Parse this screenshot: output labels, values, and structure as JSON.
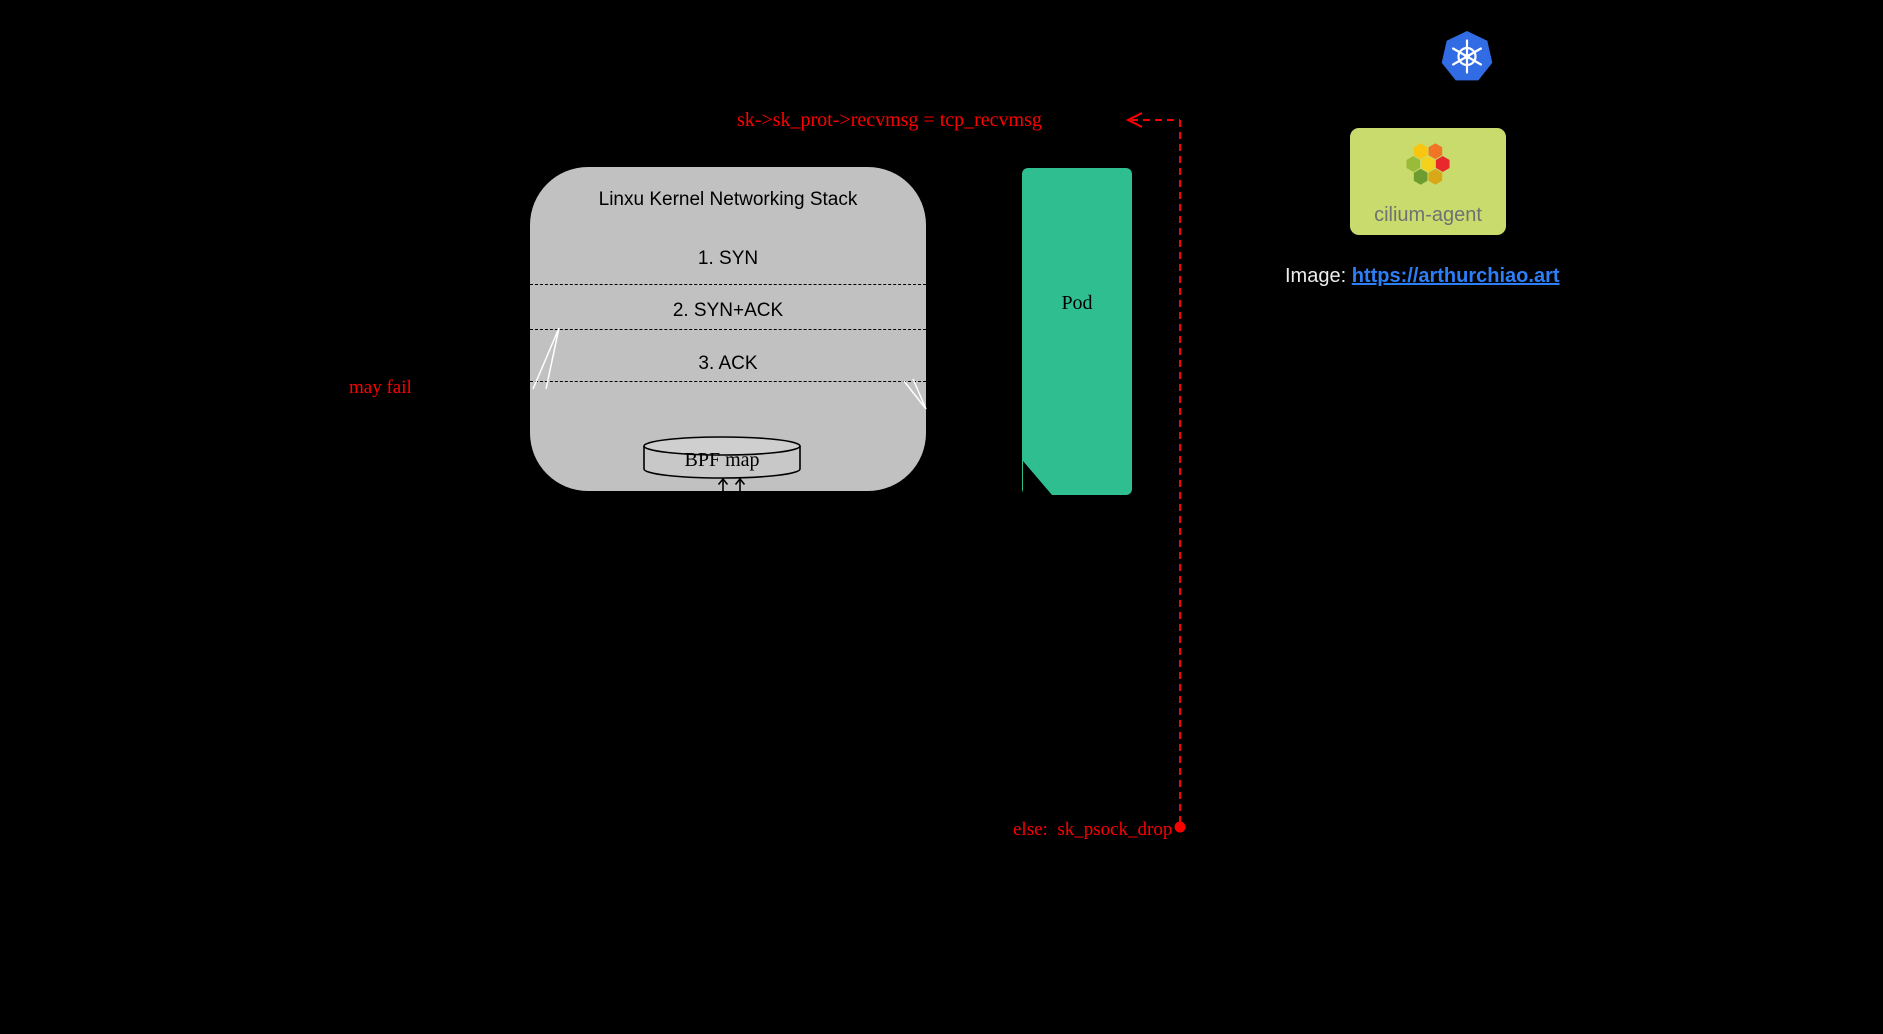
{
  "kernel_stack": {
    "title": "Linxu Kernel Networking Stack",
    "steps": [
      "1. SYN",
      "2. SYN+ACK",
      "3. ACK"
    ],
    "bpf_map_label": "BPF map"
  },
  "pod": {
    "label": "Pod"
  },
  "cilium": {
    "label": "cilium-agent"
  },
  "credit": {
    "prefix": "Image:",
    "link": "https://arthurchiao.art"
  },
  "annotations": {
    "recvmsg": "sk->sk_prot->recvmsg = tcp_recvmsg",
    "may_fail": "may fail",
    "else_drop": "else:  sk_psock_drop"
  },
  "icons": {
    "kubernetes": "kubernetes-wheel-icon",
    "cilium": "cilium-honeycomb-icon",
    "bpf_map": "database-cylinder-icon"
  },
  "colors": {
    "background": "#000000",
    "kernel_box_gray": "#c1c1c1",
    "pod_green": "#2fbe8f",
    "cilium_card_green": "#cadb6e",
    "cilium_label_gray": "#6e7270",
    "kubernetes_blue": "#326ce5",
    "link_blue": "#2d7ff7",
    "annotation_red": "#ff0000"
  }
}
